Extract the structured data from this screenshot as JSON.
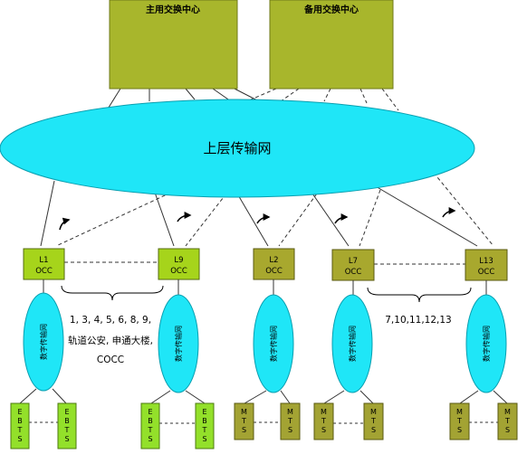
{
  "centers": {
    "primary": "主用交换中心",
    "backup": "备用交换中心"
  },
  "upper_network": "上层传输网",
  "occ_nodes": [
    {
      "line": "L1",
      "label": "OCC"
    },
    {
      "line": "L9",
      "label": "OCC"
    },
    {
      "line": "L2",
      "label": "OCC"
    },
    {
      "line": "L7",
      "label": "OCC"
    },
    {
      "line": "L13",
      "label": "OCC"
    }
  ],
  "lower_network": "数字传输网",
  "group_labels": {
    "left": [
      "1, 3, 4, 5, 6, 8, 9,",
      "轨道公安, 申通大楼,",
      "COCC"
    ],
    "right": "7,10,11,12,13"
  },
  "stations": {
    "ebts": "EBTS",
    "mts": "MTS"
  },
  "colors": {
    "center_fill": "#a8b62c",
    "cloud_fill": "#1fe6f7",
    "occ_bright": "#a6d41b",
    "occ_olive": "#a8a82e",
    "ebts_fill": "#93e02a",
    "mts_fill": "#a3a333"
  }
}
